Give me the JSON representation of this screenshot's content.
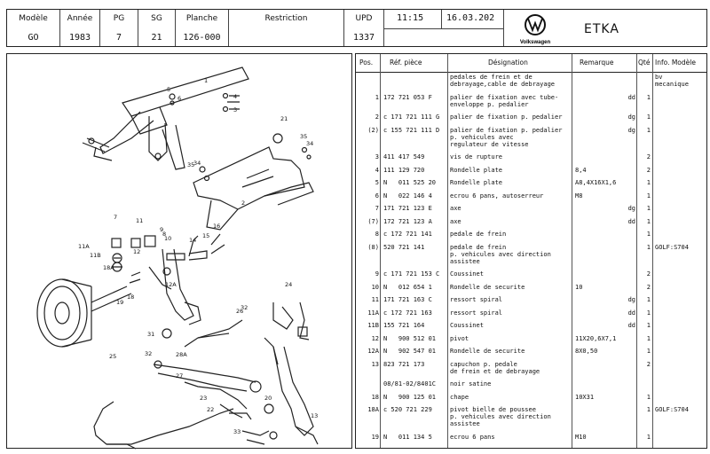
{
  "header": {
    "modele_label": "Modèle",
    "modele": "GO",
    "annee_label": "Année",
    "annee": "1983",
    "pg_label": "PG",
    "pg": "7",
    "sg_label": "SG",
    "sg": "21",
    "planche_label": "Planche",
    "planche": "126-000",
    "restriction_label": "Restriction",
    "restriction": "",
    "upd_label": "UPD",
    "upd": "1337",
    "time": "11:15",
    "date": "16.03.202",
    "brand": "Volkswagen",
    "app_title": "ETKA"
  },
  "table": {
    "headers": {
      "pos": "Pos.",
      "ref": "Réf. pièce",
      "designation": "Désignation",
      "remarque": "Remarque",
      "qte": "Qté",
      "info": "Info. Modèle"
    },
    "rows": [
      {
        "pos": "",
        "ref": "",
        "designation": "pedales de frein et de\ndebrayage,cable de debrayage",
        "remarque": "",
        "qte": "",
        "info": "bv\nmecanique"
      },
      {
        "pos": "1",
        "ref": "172 721 053 F",
        "designation": "palier de fixation avec tube-\nenveloppe p. pedalier",
        "remarque": "dd",
        "qte": "1",
        "info": ""
      },
      {
        "pos": "2",
        "ref": "c 171 721 111 G",
        "designation": "palier de fixation p. pedalier",
        "remarque": "dg",
        "qte": "1",
        "info": ""
      },
      {
        "pos": "(2)",
        "ref": "c 155 721 111 D",
        "designation": "palier de fixation p. pedalier\np. vehicules avec\nregulateur de vitesse",
        "remarque": "dg",
        "qte": "1",
        "info": ""
      },
      {
        "pos": "3",
        "ref": "411 417 549",
        "designation": "vis de rupture",
        "remarque": "",
        "qte": "2",
        "info": ""
      },
      {
        "pos": "4",
        "ref": "111 129 720",
        "designation": "Rondelle plate",
        "remarque": "8,4",
        "qte": "2",
        "info": ""
      },
      {
        "pos": "5",
        "ref": "N   011 525 20",
        "designation": "Rondelle plate",
        "remarque": "A8,4X16X1,6",
        "qte": "1",
        "info": ""
      },
      {
        "pos": "6",
        "ref": "N   022 146 4",
        "designation": "ecrou 6 pans, autoserreur",
        "remarque": "M8",
        "qte": "1",
        "info": ""
      },
      {
        "pos": "7",
        "ref": "171 721 123 E",
        "designation": "axe",
        "remarque": "dg",
        "qte": "1",
        "info": ""
      },
      {
        "pos": "(7)",
        "ref": "172 721 123 A",
        "designation": "axe",
        "remarque": "dd",
        "qte": "1",
        "info": ""
      },
      {
        "pos": "8",
        "ref": "c 172 721 141",
        "designation": "pedale de frein",
        "remarque": "",
        "qte": "1",
        "info": ""
      },
      {
        "pos": "(8)",
        "ref": "520 721 141",
        "designation": "pedale de frein\np. vehicules avec direction\nassistee",
        "remarque": "",
        "qte": "1",
        "info": "GOLF:S704"
      },
      {
        "pos": "9",
        "ref": "c 171 721 153 C",
        "designation": "Coussinet",
        "remarque": "",
        "qte": "2",
        "info": ""
      },
      {
        "pos": "10",
        "ref": "N   012 654 1",
        "designation": "Rondelle de securite",
        "remarque": "10",
        "qte": "2",
        "info": ""
      },
      {
        "pos": "11",
        "ref": "171 721 163 C",
        "designation": "ressort spiral",
        "remarque": "dg",
        "qte": "1",
        "info": ""
      },
      {
        "pos": "11A",
        "ref": "c 172 721 163",
        "designation": "ressort spiral",
        "remarque": "dd",
        "qte": "1",
        "info": ""
      },
      {
        "pos": "11B",
        "ref": "155 721 164",
        "designation": "Coussinet",
        "remarque": "dd",
        "qte": "1",
        "info": ""
      },
      {
        "pos": "12",
        "ref": "N   900 512 01",
        "designation": "pivot",
        "remarque": "11X20,6X7,1",
        "qte": "1",
        "info": ""
      },
      {
        "pos": "12A",
        "ref": "N   902 547 01",
        "designation": "Rondelle de securite",
        "remarque": "8X0,50",
        "qte": "1",
        "info": ""
      },
      {
        "pos": "13",
        "ref": "823 721 173",
        "designation": "capuchon p. pedale\nde frein et de debrayage",
        "remarque": "",
        "qte": "2",
        "info": ""
      },
      {
        "pos": "",
        "ref": "08/81-02/8401C",
        "designation": "noir satine",
        "remarque": "",
        "qte": "",
        "info": ""
      },
      {
        "pos": "18",
        "ref": "N   900 125 01",
        "designation": "chape",
        "remarque": "10X31",
        "qte": "1",
        "info": ""
      },
      {
        "pos": "18A",
        "ref": "c 520 721 229",
        "designation": "pivot bielle de poussee\np. vehicules avec direction\nassistee",
        "remarque": "",
        "qte": "1",
        "info": "GOLF:S704"
      },
      {
        "pos": "19",
        "ref": "N   011 134 5",
        "designation": "ecrou 6 pans",
        "remarque": "M10",
        "qte": "1",
        "info": ""
      }
    ]
  },
  "diagram_labels": [
    "1",
    "5",
    "6",
    "4",
    "3",
    "21",
    "35",
    "34",
    "35",
    "34",
    "2",
    "7",
    "11",
    "16",
    "15",
    "14",
    "11A",
    "11B",
    "18A",
    "12",
    "9",
    "10",
    "8",
    "13",
    "12A",
    "24",
    "19",
    "18",
    "31",
    "26",
    "32",
    "28A",
    "25",
    "32",
    "27",
    "23",
    "22",
    "20",
    "33"
  ]
}
